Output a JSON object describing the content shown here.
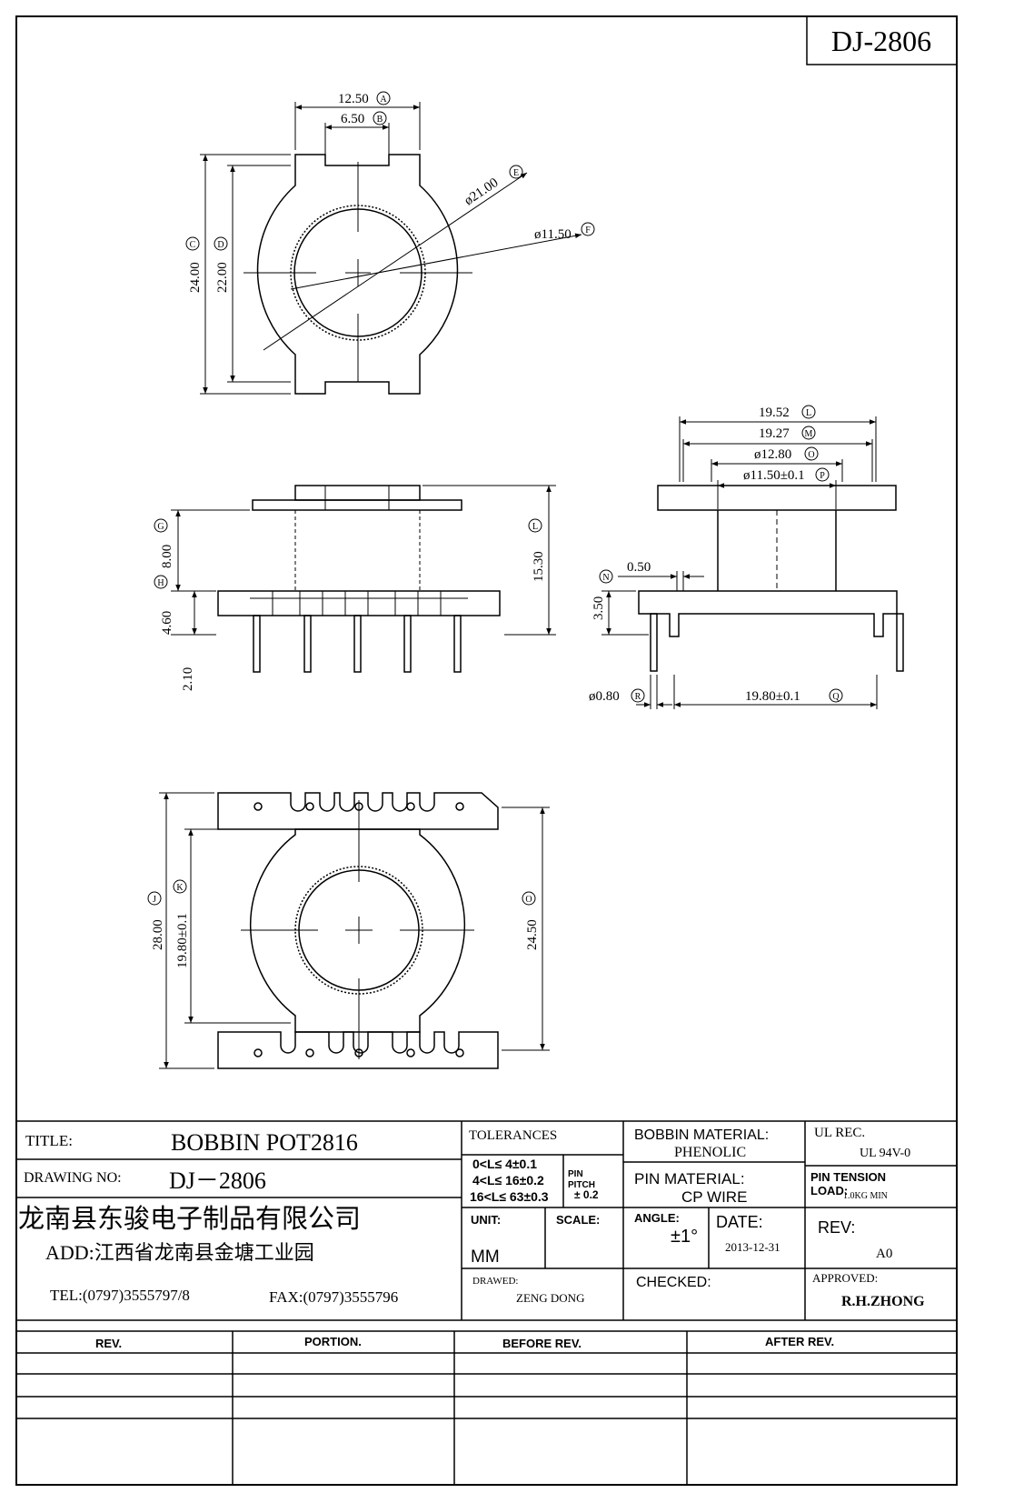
{
  "drawing_code": "DJ-2806",
  "top_view": {
    "dims": {
      "a": "12.50",
      "a_tag": "A",
      "b": "6.50",
      "b_tag": "B",
      "c": "24.00",
      "c_tag": "C",
      "d": "22.00",
      "d_tag": "D",
      "e": "ø21.00",
      "e_tag": "E",
      "f": "ø11.50",
      "f_tag": "F"
    }
  },
  "front_view": {
    "dims": {
      "g": "8.00",
      "g_tag": "G",
      "h": "4.60",
      "h_tag": "H",
      "i": "2.10",
      "l": "15.30",
      "l_tag": "L"
    }
  },
  "side_view": {
    "dims": {
      "l": "19.52",
      "l_tag": "L",
      "m": "19.27",
      "m_tag": "M",
      "o": "ø12.80",
      "o_tag": "O",
      "p": "ø11.50±0.1",
      "p_tag": "P",
      "n": "0.50",
      "n_tag": "N",
      "n2": "3.50",
      "r": "ø0.80",
      "r_tag": "R",
      "q": "19.80±0.1",
      "q_tag": "Q"
    }
  },
  "bottom_view": {
    "dims": {
      "j": "28.00",
      "j_tag": "J",
      "k": "19.80±0.1",
      "k_tag": "K",
      "o": "24.50",
      "o_tag": "O"
    }
  },
  "title_block": {
    "title_label": "TITLE:",
    "title_value": "BOBBIN POT2816",
    "drawing_no_label": "DRAWING NO:",
    "drawing_no_value": "DJ－2806",
    "company": "龙南县东骏电子制品有限公司",
    "address": "ADD:江西省龙南县金塘工业园",
    "tel": "TEL:(0797)3555797/8",
    "fax": "FAX:(0797)3555796",
    "tolerances_label": "TOLERANCES",
    "tol_1": "0<L≤ 4±0.1",
    "tol_2": "4<L≤ 16±0.2",
    "tol_3": "16<L≤ 63±0.3",
    "pin_pitch_1": "PIN",
    "pin_pitch_2": "PITCH",
    "pin_pitch_3": "± 0.2",
    "unit_label": "UNIT:",
    "unit_value": "MM",
    "scale_label": "SCALE:",
    "drawed_label": "DRAWED:",
    "drawed_value": "ZENG DONG",
    "bobbin_material_label": "BOBBIN MATERIAL:",
    "bobbin_material_value": "PHENOLIC",
    "pin_material_label": "PIN MATERIAL:",
    "pin_material_value": "CP WIRE",
    "angle_label": "ANGLE:",
    "angle_value": "±1°",
    "date_label": "DATE:",
    "date_value": "2013-12-31",
    "checked_label": "CHECKED:",
    "ul_label": "UL REC.",
    "ul_value": "UL   94V-0",
    "pin_tension_label_1": "PIN TENSION",
    "pin_tension_label_2": "LOAD:",
    "pin_tension_value": "1.0KG MIN",
    "rev_label": "REV:",
    "rev_value": "A0",
    "approved_label": "APPROVED:",
    "approved_value": "R.H.ZHONG"
  },
  "rev_table": {
    "headers": [
      "REV.",
      "PORTION.",
      "BEFORE REV.",
      "AFTER REV."
    ]
  }
}
